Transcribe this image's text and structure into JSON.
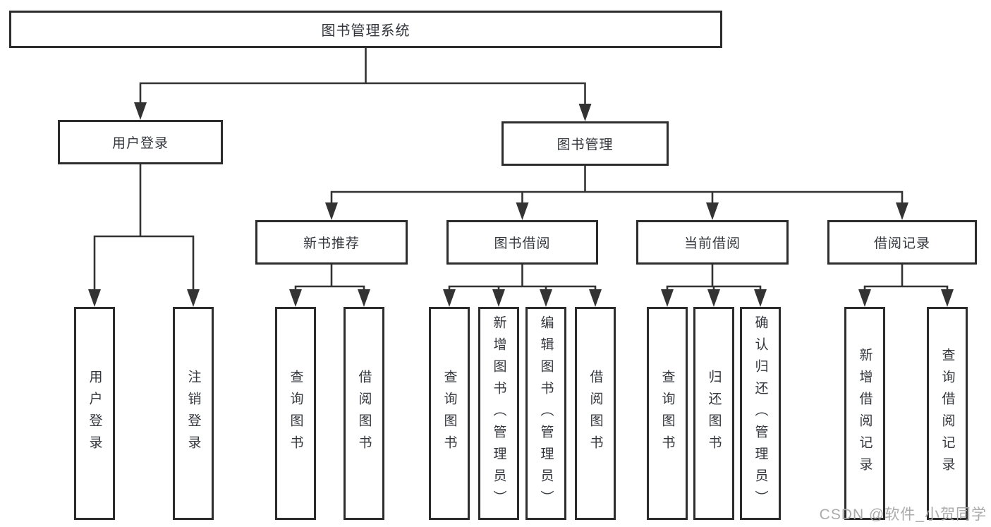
{
  "diagram": {
    "title": "图书管理系统",
    "colors": {
      "line": "#333333",
      "border": "#2c2c2c",
      "text": "#33363c",
      "watermark": "#ababab",
      "background": "#ffffff"
    },
    "nodes": {
      "root": {
        "label": "图书管理系统"
      },
      "user_login": {
        "label": "用户登录"
      },
      "book_mgmt": {
        "label": "图书管理"
      },
      "new_book_rec": {
        "label": "新书推荐"
      },
      "book_borrow": {
        "label": "图书借阅"
      },
      "current_borrow": {
        "label": "当前借阅"
      },
      "borrow_record": {
        "label": "借阅记录"
      },
      "leaf_user_login": {
        "label": "用户登录"
      },
      "leaf_logout": {
        "label": "注销登录"
      },
      "leaf_query_book_1": {
        "label": "查询图书"
      },
      "leaf_borrow_book_1": {
        "label": "借阅图书"
      },
      "leaf_query_book_2": {
        "label": "查询图书"
      },
      "leaf_add_book": {
        "label": "新增图书（管理员）"
      },
      "leaf_edit_book": {
        "label": "编辑图书（管理员）"
      },
      "leaf_borrow_book_2": {
        "label": "借阅图书"
      },
      "leaf_query_book_3": {
        "label": "查询图书"
      },
      "leaf_return_book": {
        "label": "归还图书"
      },
      "leaf_confirm_return": {
        "label": "确认归还（管理员）"
      },
      "leaf_add_record": {
        "label": "新增借阅记录"
      },
      "leaf_query_record": {
        "label": "查询借阅记录"
      }
    },
    "edges": [
      {
        "from": "root",
        "to": [
          "user_login",
          "book_mgmt"
        ]
      },
      {
        "from": "user_login",
        "to": [
          "leaf_user_login",
          "leaf_logout"
        ]
      },
      {
        "from": "book_mgmt",
        "to": [
          "new_book_rec",
          "book_borrow",
          "current_borrow",
          "borrow_record"
        ]
      },
      {
        "from": "new_book_rec",
        "to": [
          "leaf_query_book_1",
          "leaf_borrow_book_1"
        ]
      },
      {
        "from": "book_borrow",
        "to": [
          "leaf_query_book_2",
          "leaf_add_book",
          "leaf_edit_book",
          "leaf_borrow_book_2"
        ]
      },
      {
        "from": "current_borrow",
        "to": [
          "leaf_query_book_3",
          "leaf_return_book",
          "leaf_confirm_return"
        ]
      },
      {
        "from": "borrow_record",
        "to": [
          "leaf_add_record",
          "leaf_query_record"
        ]
      }
    ],
    "watermark": "CSDN @软件_小贺同学"
  }
}
